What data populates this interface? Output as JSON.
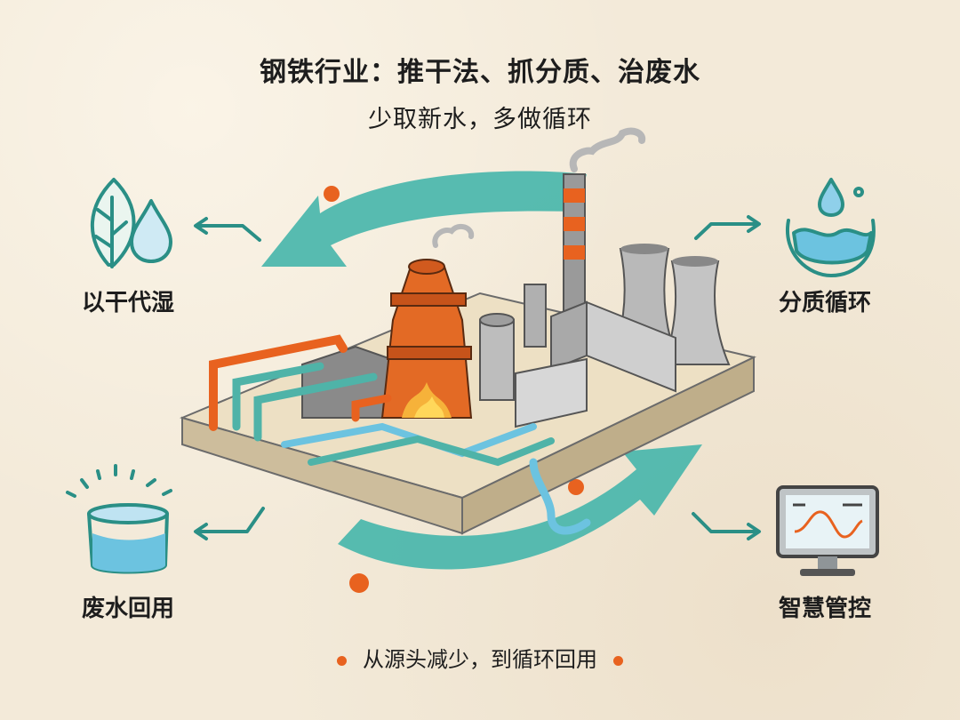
{
  "header": {
    "title": "钢铁行业：推干法、抓分质、治废水",
    "subtitle": "少取新水，多做循环"
  },
  "features": [
    {
      "label": "以干代湿",
      "icon": "leaf-water-drop-icon"
    },
    {
      "label": "分质循环",
      "icon": "water-cycle-icon"
    },
    {
      "label": "废水回用",
      "icon": "water-bucket-icon"
    },
    {
      "label": "智慧管控",
      "icon": "monitor-chart-icon"
    }
  ],
  "footer": {
    "text": "从源头减少，到循环回用"
  },
  "colors": {
    "background": "#f3ead9",
    "teal": "#2fa79a",
    "orange": "#e8621f",
    "water": "#6cc3e0"
  }
}
